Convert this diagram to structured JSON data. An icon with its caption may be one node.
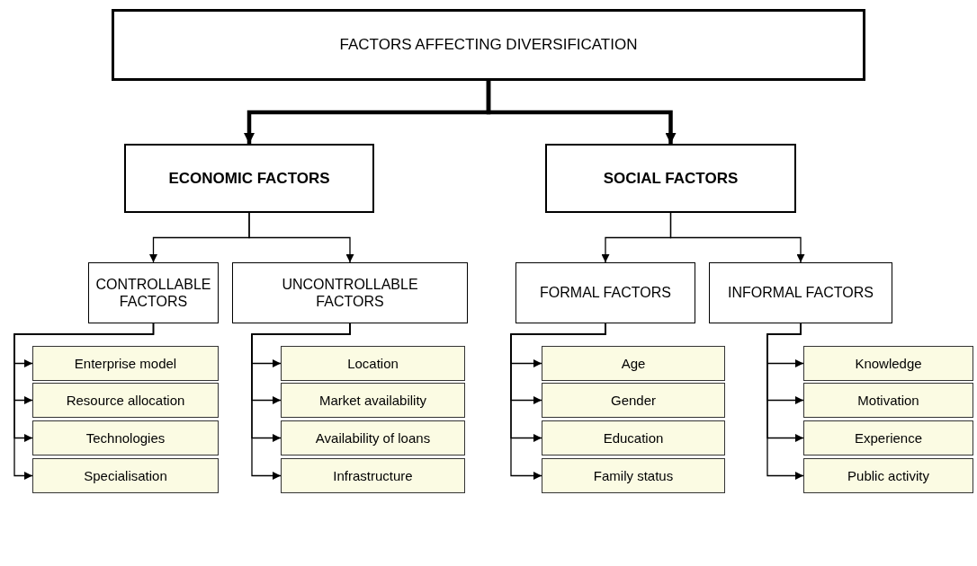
{
  "diagram": {
    "nodes": [
      {
        "text": [
          "FACTORS AFFECTING DIVERSIFICATION"
        ]
      },
      {
        "text": [
          "ECONOMIC FACTORS"
        ]
      },
      {
        "text": [
          "SOCIAL FACTORS"
        ]
      },
      {
        "text": [
          "CONTROLLABLE FACTORS"
        ]
      },
      {
        "text": [
          "UNCONTROLLABLE FACTORS"
        ]
      },
      {
        "text": [
          "FORMAL FACTORS"
        ]
      },
      {
        "text": [
          "INFORMAL FACTORS"
        ]
      },
      {
        "text": [
          "Enterprise model"
        ]
      },
      {
        "text": [
          "Resource allocation"
        ]
      },
      {
        "text": [
          "Technologies"
        ]
      },
      {
        "text": [
          "Specialisation"
        ]
      },
      {
        "text": [
          "Location"
        ]
      },
      {
        "text": [
          "Market availability"
        ]
      },
      {
        "text": [
          "Availability of loans"
        ]
      },
      {
        "text": [
          "Infrastructure"
        ]
      },
      {
        "text": [
          "Age"
        ]
      },
      {
        "text": [
          "Gender"
        ]
      },
      {
        "text": [
          "Education"
        ]
      },
      {
        "text": [
          "Family status"
        ]
      },
      {
        "text": [
          "Knowledge"
        ]
      },
      {
        "text": [
          "Motivation"
        ]
      },
      {
        "text": [
          "Experience"
        ]
      },
      {
        "text": [
          "Public activity"
        ]
      }
    ],
    "edges": [
      {
        "from": 0,
        "to": 1,
        "arrow": "to",
        "style": "thick"
      },
      {
        "from": 0,
        "to": 2,
        "arrow": "to",
        "style": "thick"
      },
      {
        "from": 1,
        "to": 3,
        "arrow": "to"
      },
      {
        "from": 1,
        "to": 4,
        "arrow": "to"
      },
      {
        "from": 2,
        "to": 5,
        "arrow": "to"
      },
      {
        "from": 2,
        "to": 6,
        "arrow": "to"
      },
      {
        "from": 3,
        "to": 7,
        "arrow": "to"
      },
      {
        "from": 3,
        "to": 8,
        "arrow": "to"
      },
      {
        "from": 3,
        "to": 9,
        "arrow": "to"
      },
      {
        "from": 3,
        "to": 10,
        "arrow": "to"
      },
      {
        "from": 4,
        "to": 11,
        "arrow": "to"
      },
      {
        "from": 4,
        "to": 12,
        "arrow": "to"
      },
      {
        "from": 4,
        "to": 13,
        "arrow": "to"
      },
      {
        "from": 4,
        "to": 14,
        "arrow": "to"
      },
      {
        "from": 5,
        "to": 15,
        "arrow": "to"
      },
      {
        "from": 5,
        "to": 16,
        "arrow": "to"
      },
      {
        "from": 5,
        "to": 17,
        "arrow": "to"
      },
      {
        "from": 5,
        "to": 18,
        "arrow": "to"
      },
      {
        "from": 6,
        "to": 19,
        "arrow": "to"
      },
      {
        "from": 6,
        "to": 20,
        "arrow": "to"
      },
      {
        "from": 6,
        "to": 21,
        "arrow": "to"
      },
      {
        "from": 6,
        "to": 22,
        "arrow": "to"
      }
    ]
  }
}
